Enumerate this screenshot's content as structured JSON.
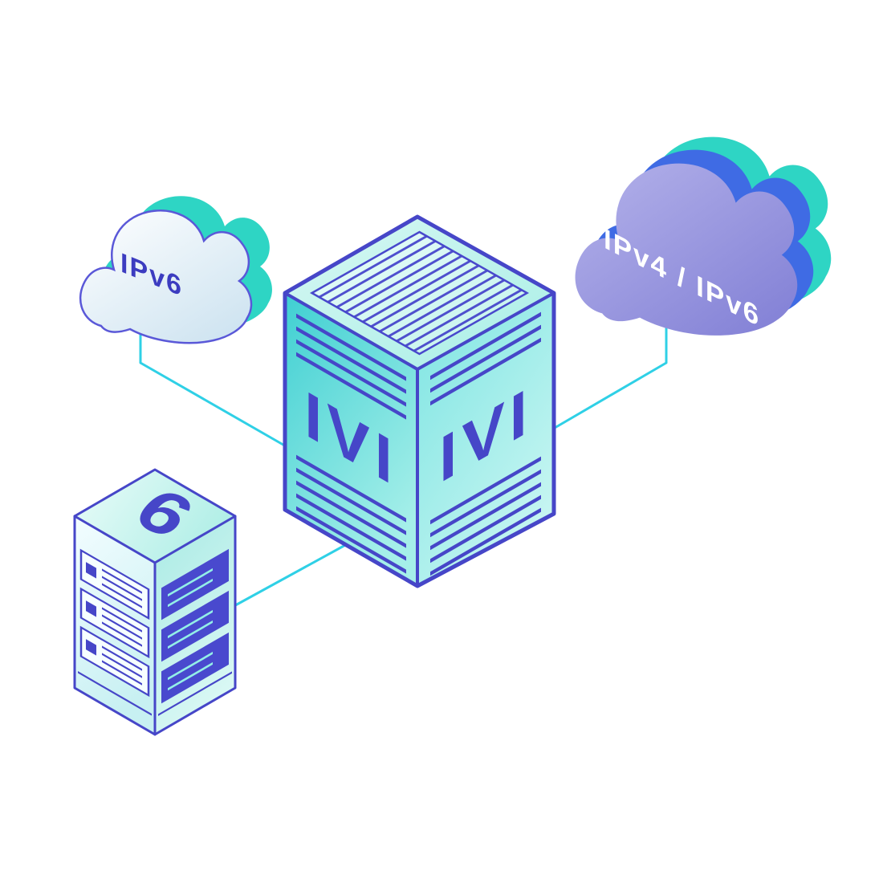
{
  "nodes": {
    "ipv6_cloud": {
      "label": "IPv6"
    },
    "dual_stack_cloud": {
      "label": "IPv4 / IPv6"
    },
    "translator": {
      "left_face_label": "IVI",
      "right_face_label": "IVI"
    },
    "server": {
      "badge": "6"
    }
  },
  "connections": [
    {
      "from": "ipv6_cloud",
      "to": "translator"
    },
    {
      "from": "dual_stack_cloud",
      "to": "translator"
    },
    {
      "from": "server",
      "to": "translator"
    }
  ],
  "colors": {
    "background": "#ffffff",
    "connector_line": "#2fd0e6",
    "outline_indigo": "#4646c8",
    "teal_accent": "#2ed5c4",
    "blue_accent": "#3f6be4",
    "purple_cloud": "#8a88da",
    "box_teal": "#56dad6",
    "label_indigo": "#3c3cc0",
    "label_white": "#ffffff"
  }
}
